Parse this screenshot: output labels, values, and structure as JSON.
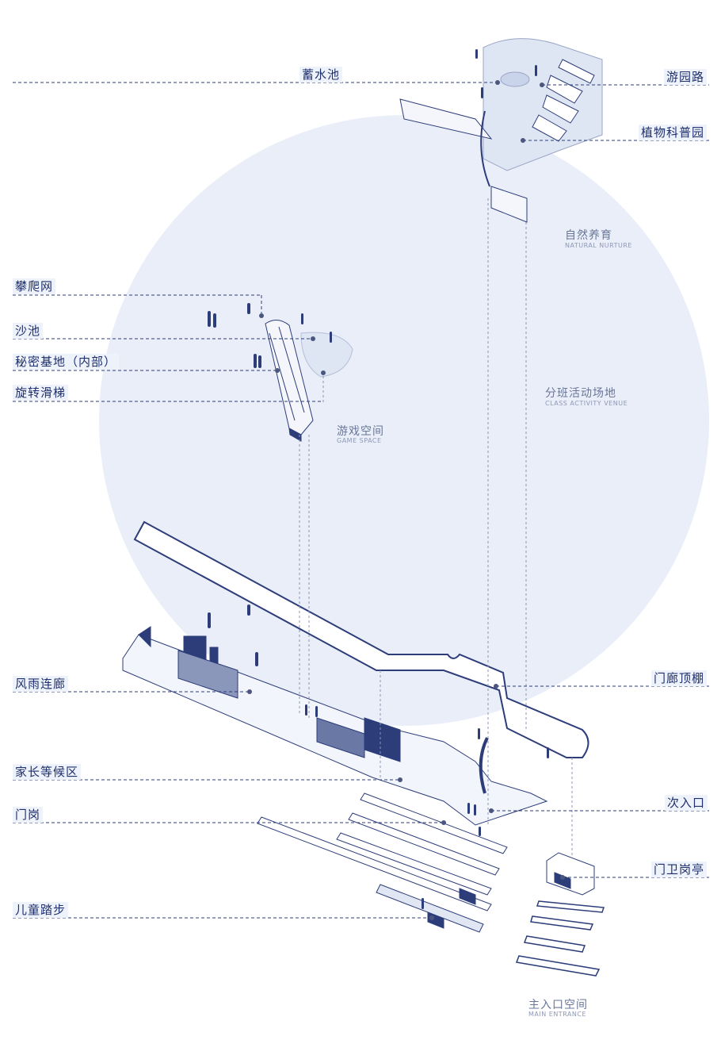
{
  "colors": {
    "ink": "#1f2f6b",
    "line": "#2d3d7a",
    "circle": "#e8edf8",
    "muted": "#6a7799"
  },
  "labels": {
    "reservoir": "蓄水池",
    "garden_path": "游园路",
    "plant_garden": "植物科普园",
    "climbing_net": "攀爬网",
    "sandpit": "沙池",
    "secret_base": "秘密基地（内部）",
    "spiral_slide": "旋转滑梯",
    "corridor": "风雨连廊",
    "canopy": "门廊顶棚",
    "parents_waiting": "家长等候区",
    "secondary_entrance": "次入口",
    "gate_post": "门岗",
    "guard_booth": "门卫岗亭",
    "kids_steps": "儿童踏步"
  },
  "zones": {
    "natural": {
      "cn": "自然养育",
      "en": "NATURAL NURTURE"
    },
    "class": {
      "cn": "分班活动场地",
      "en": "CLASS ACTIVITY VENUE"
    },
    "game": {
      "cn": "游戏空间",
      "en": "GAME SPACE"
    },
    "main": {
      "cn": "主入口空间",
      "en": "MAIN ENTRANCE"
    }
  }
}
